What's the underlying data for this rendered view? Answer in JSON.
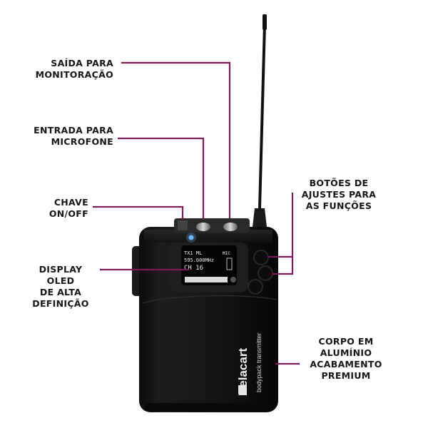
{
  "callouts": {
    "monitor_output": [
      "SAÍDA PARA",
      "MONITORAÇÃO"
    ],
    "mic_input": [
      "ENTRADA PARA",
      "MICROFONE"
    ],
    "power_switch": [
      "CHAVE",
      "ON/OFF"
    ],
    "oled_display": [
      "DISPLAY OLED",
      "DE ALTA",
      "DEFINIÇÃO"
    ],
    "function_buttons": [
      "BOTÕES DE",
      "AJUSTES PARA",
      "AS FUNÇÕES"
    ],
    "aluminum_body": [
      "CORPO EM",
      "ALUMÍNIO",
      "ACABAMENTO",
      "PREMIUM"
    ]
  },
  "device": {
    "brand": "Relacart",
    "model_text": "bodypack transmitter",
    "oled_line1": "TX1 ML",
    "oled_line1_right": "MIC",
    "oled_line2": "595.000MHz",
    "oled_line3": "CH 16"
  },
  "colors": {
    "leader_line": "#7d1a5a",
    "device_body": "#1a1a1a",
    "label_text": "#161616"
  }
}
